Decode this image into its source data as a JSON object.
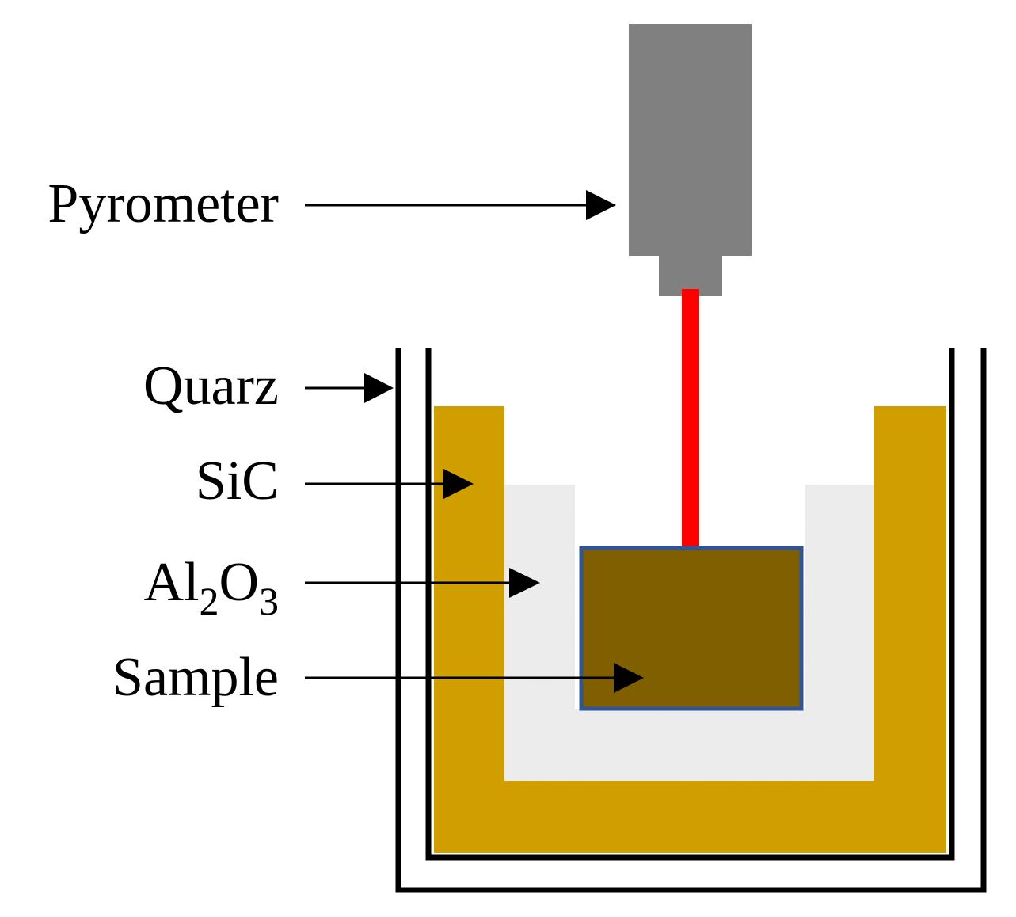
{
  "labels": {
    "pyrometer": "Pyrometer",
    "quartz": "Quarz",
    "sic": "SiC",
    "alumina": {
      "prefix": "Al",
      "sub1": "2",
      "middle": "O",
      "sub2": "3"
    },
    "sample": "Sample"
  },
  "colors": {
    "pyrometer_body": "#808080",
    "beam": "#ff0000",
    "sic": "#d19e00",
    "alumina": "#ececec",
    "sample_fill": "#7f5f00",
    "sample_border": "#2f5597",
    "line": "#000000"
  }
}
